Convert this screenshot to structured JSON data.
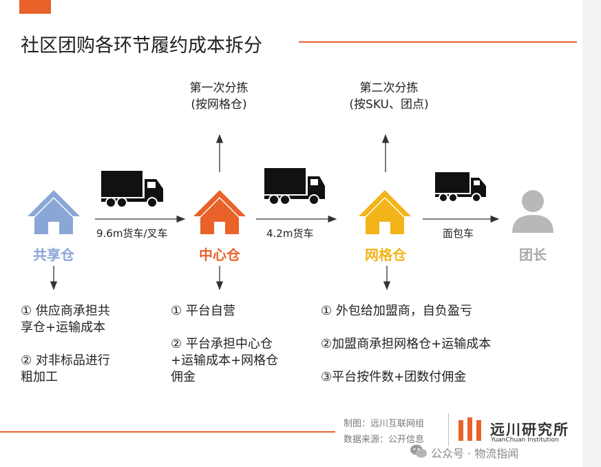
{
  "title": "社区团购各环节履约成本拆分",
  "colors": {
    "accent": "#e8622a",
    "shared_house": "#8aa6d6",
    "center_house": "#e8622a",
    "grid_house": "#f2b418",
    "leader_icon": "#b8b8b8",
    "truck": "#111111"
  },
  "sorting": {
    "first": {
      "line1": "第一次分拣",
      "line2": "(按网格仓)"
    },
    "second": {
      "line1": "第二次分拣",
      "line2": "(按SKU、团点)"
    }
  },
  "nodes": {
    "shared": "共享仓",
    "center": "中心仓",
    "grid": "网格仓",
    "leader": "团长"
  },
  "vehicles": {
    "leg1": "9.6m货车/叉车",
    "leg2": "4.2m货车",
    "leg3": "面包车"
  },
  "notes": {
    "shared": {
      "n1_line1": "① 供应商承担共",
      "n1_line2": "享仓+运输成本",
      "n2_line1": "② 对非标品进行",
      "n2_line2": "粗加工"
    },
    "center": {
      "n1": "① 平台自营",
      "n2_line1": "② 平台承担中心仓",
      "n2_line2": "+运输成本+网格仓",
      "n2_line3": "佣金"
    },
    "grid": {
      "n1": "① 外包给加盟商，自负盈亏",
      "n2": "②加盟商承担网格仓+运输成本",
      "n3": "③平台按件数+团数付佣金"
    }
  },
  "footer": {
    "credit_made": "制图：远川互联网组",
    "credit_source": "数据来源：公开信息",
    "logo_name": "远川研究所",
    "logo_sub": "YuanChuan Institution",
    "watermark": "公众号 · 物流指闻"
  },
  "icons": {
    "house": "house-icon",
    "truck": "truck-icon",
    "person": "person-icon",
    "arrow": "arrow-icon",
    "wechat": "wechat-icon"
  }
}
